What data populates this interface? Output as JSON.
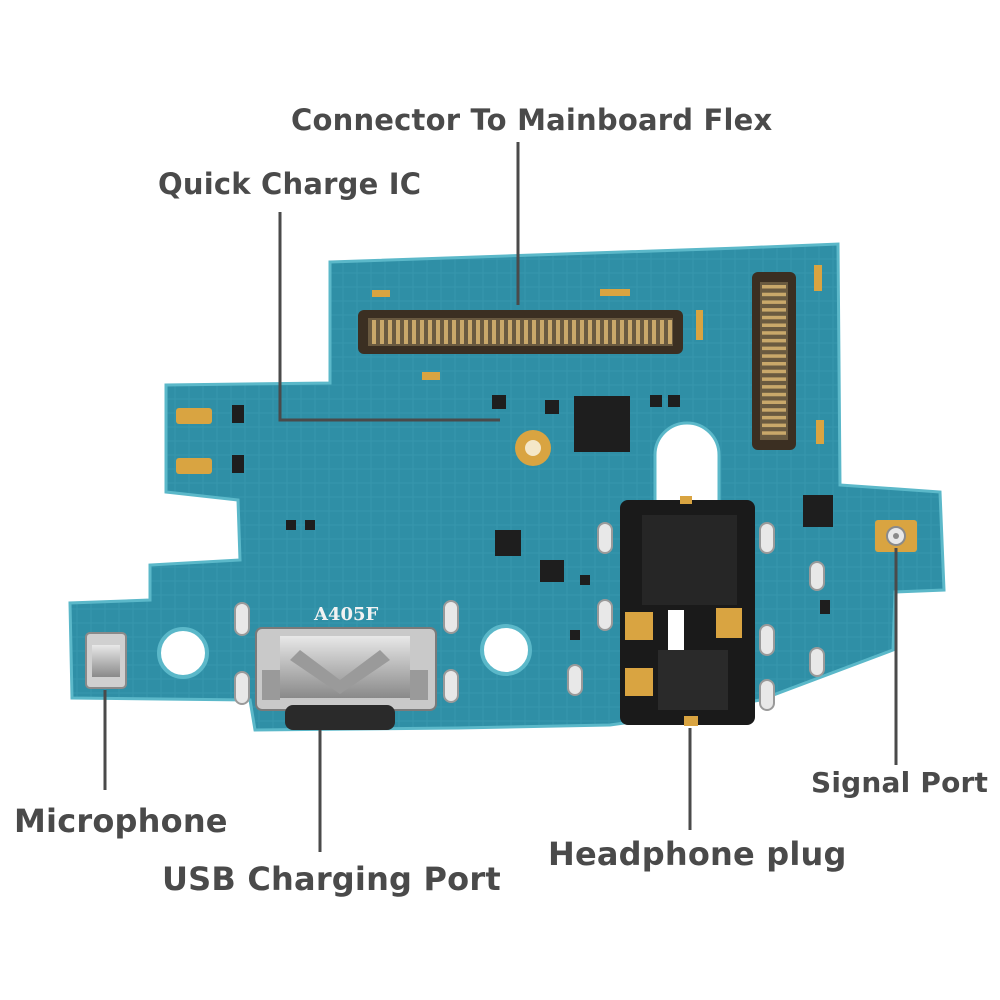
{
  "labels": {
    "connector_flex": "Connector To Mainboard Flex",
    "quick_charge_ic": "Quick Charge IC",
    "microphone": "Microphone",
    "usb_port": "USB Charging Port",
    "headphone_plug": "Headphone plug",
    "signal_port": "Signal Port"
  },
  "board": {
    "model_marking": "A405F"
  },
  "colors": {
    "board": "#2f8fa6",
    "board_edge": "#3aa0b4",
    "trace": "#4fb3c6",
    "gold": "#d9a441",
    "connector": "#5a4a32",
    "label_text": "#4a4a4a",
    "leader_line": "#4a4a4a"
  }
}
